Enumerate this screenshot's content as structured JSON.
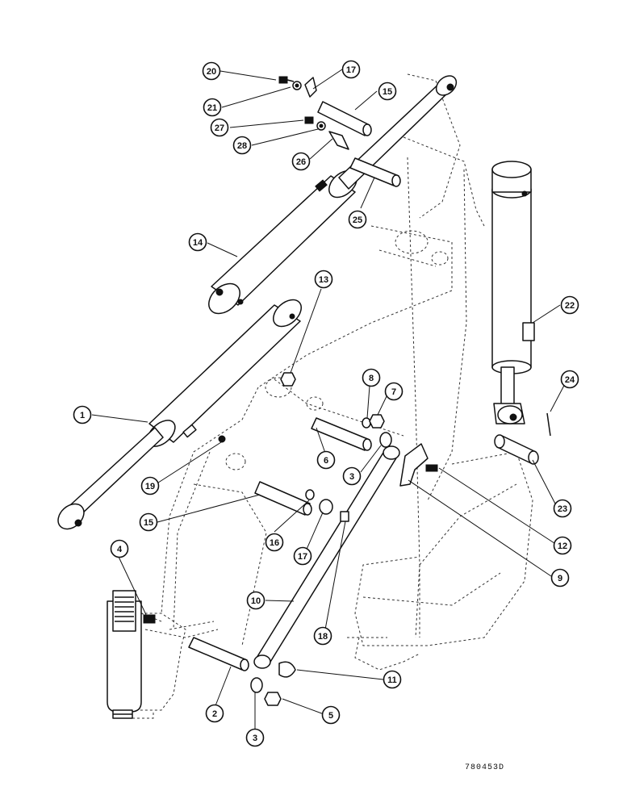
{
  "drawing_number": "780453D",
  "callouts": [
    {
      "label": "20",
      "part": "bolt-upper"
    },
    {
      "label": "17",
      "part": "lock-plate-upper"
    },
    {
      "label": "21",
      "part": "washer-upper"
    },
    {
      "label": "15",
      "part": "pin-upper"
    },
    {
      "label": "27",
      "part": "bolt-middle"
    },
    {
      "label": "28",
      "part": "washer-middle"
    },
    {
      "label": "26",
      "part": "lock-plate-middle"
    },
    {
      "label": "25",
      "part": "pin-boom"
    },
    {
      "label": "14",
      "part": "dipper-cylinder"
    },
    {
      "label": "13",
      "part": "nut-boom"
    },
    {
      "label": "22",
      "part": "bucket-cylinder"
    },
    {
      "label": "24",
      "part": "cotter-pin"
    },
    {
      "label": "1",
      "part": "boom-cylinder"
    },
    {
      "label": "8",
      "part": "washer-link"
    },
    {
      "label": "7",
      "part": "nut-link"
    },
    {
      "label": "6",
      "part": "pin-link"
    },
    {
      "label": "3",
      "part": "lock-ring-upper"
    },
    {
      "label": "19",
      "part": "grease-fitting"
    },
    {
      "label": "23",
      "part": "pin-bucket-cylinder"
    },
    {
      "label": "12",
      "part": "bolt-bracket"
    },
    {
      "label": "15",
      "part": "pin-lower"
    },
    {
      "label": "16",
      "part": "bushing"
    },
    {
      "label": "17",
      "part": "lock-plate-lower"
    },
    {
      "label": "9",
      "part": "bracket"
    },
    {
      "label": "4",
      "part": "bolt-swing"
    },
    {
      "label": "10",
      "part": "link-bar"
    },
    {
      "label": "18",
      "part": "bolt-link"
    },
    {
      "label": "11",
      "part": "lock-plate-bottom"
    },
    {
      "label": "2",
      "part": "pin-bottom"
    },
    {
      "label": "5",
      "part": "nut-bottom"
    },
    {
      "label": "3",
      "part": "lock-ring-bottom"
    }
  ]
}
